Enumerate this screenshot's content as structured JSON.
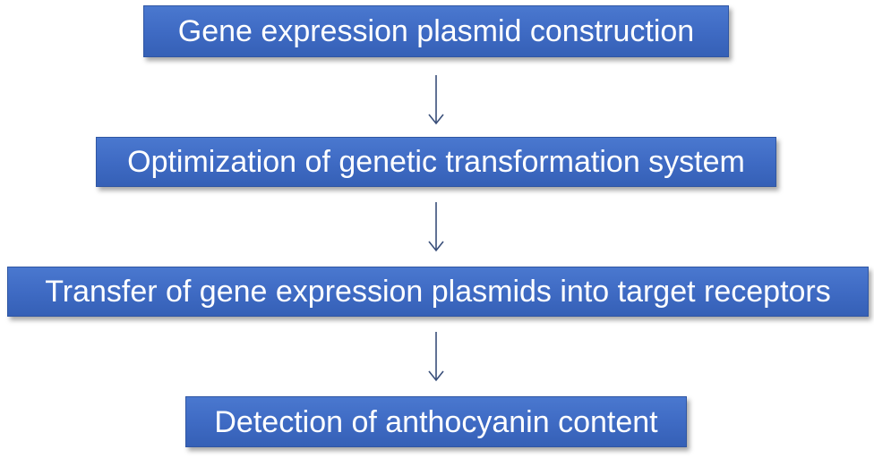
{
  "flowchart": {
    "steps": [
      {
        "label": "Gene expression plasmid construction"
      },
      {
        "label": "Optimization of genetic transformation system"
      },
      {
        "label": "Transfer of gene expression plasmids into target receptors"
      },
      {
        "label": "Detection of anthocyanin content"
      }
    ],
    "colors": {
      "box_fill": "#3f6bc4",
      "box_text": "#ffffff",
      "arrow": "#3a4f7a"
    }
  }
}
